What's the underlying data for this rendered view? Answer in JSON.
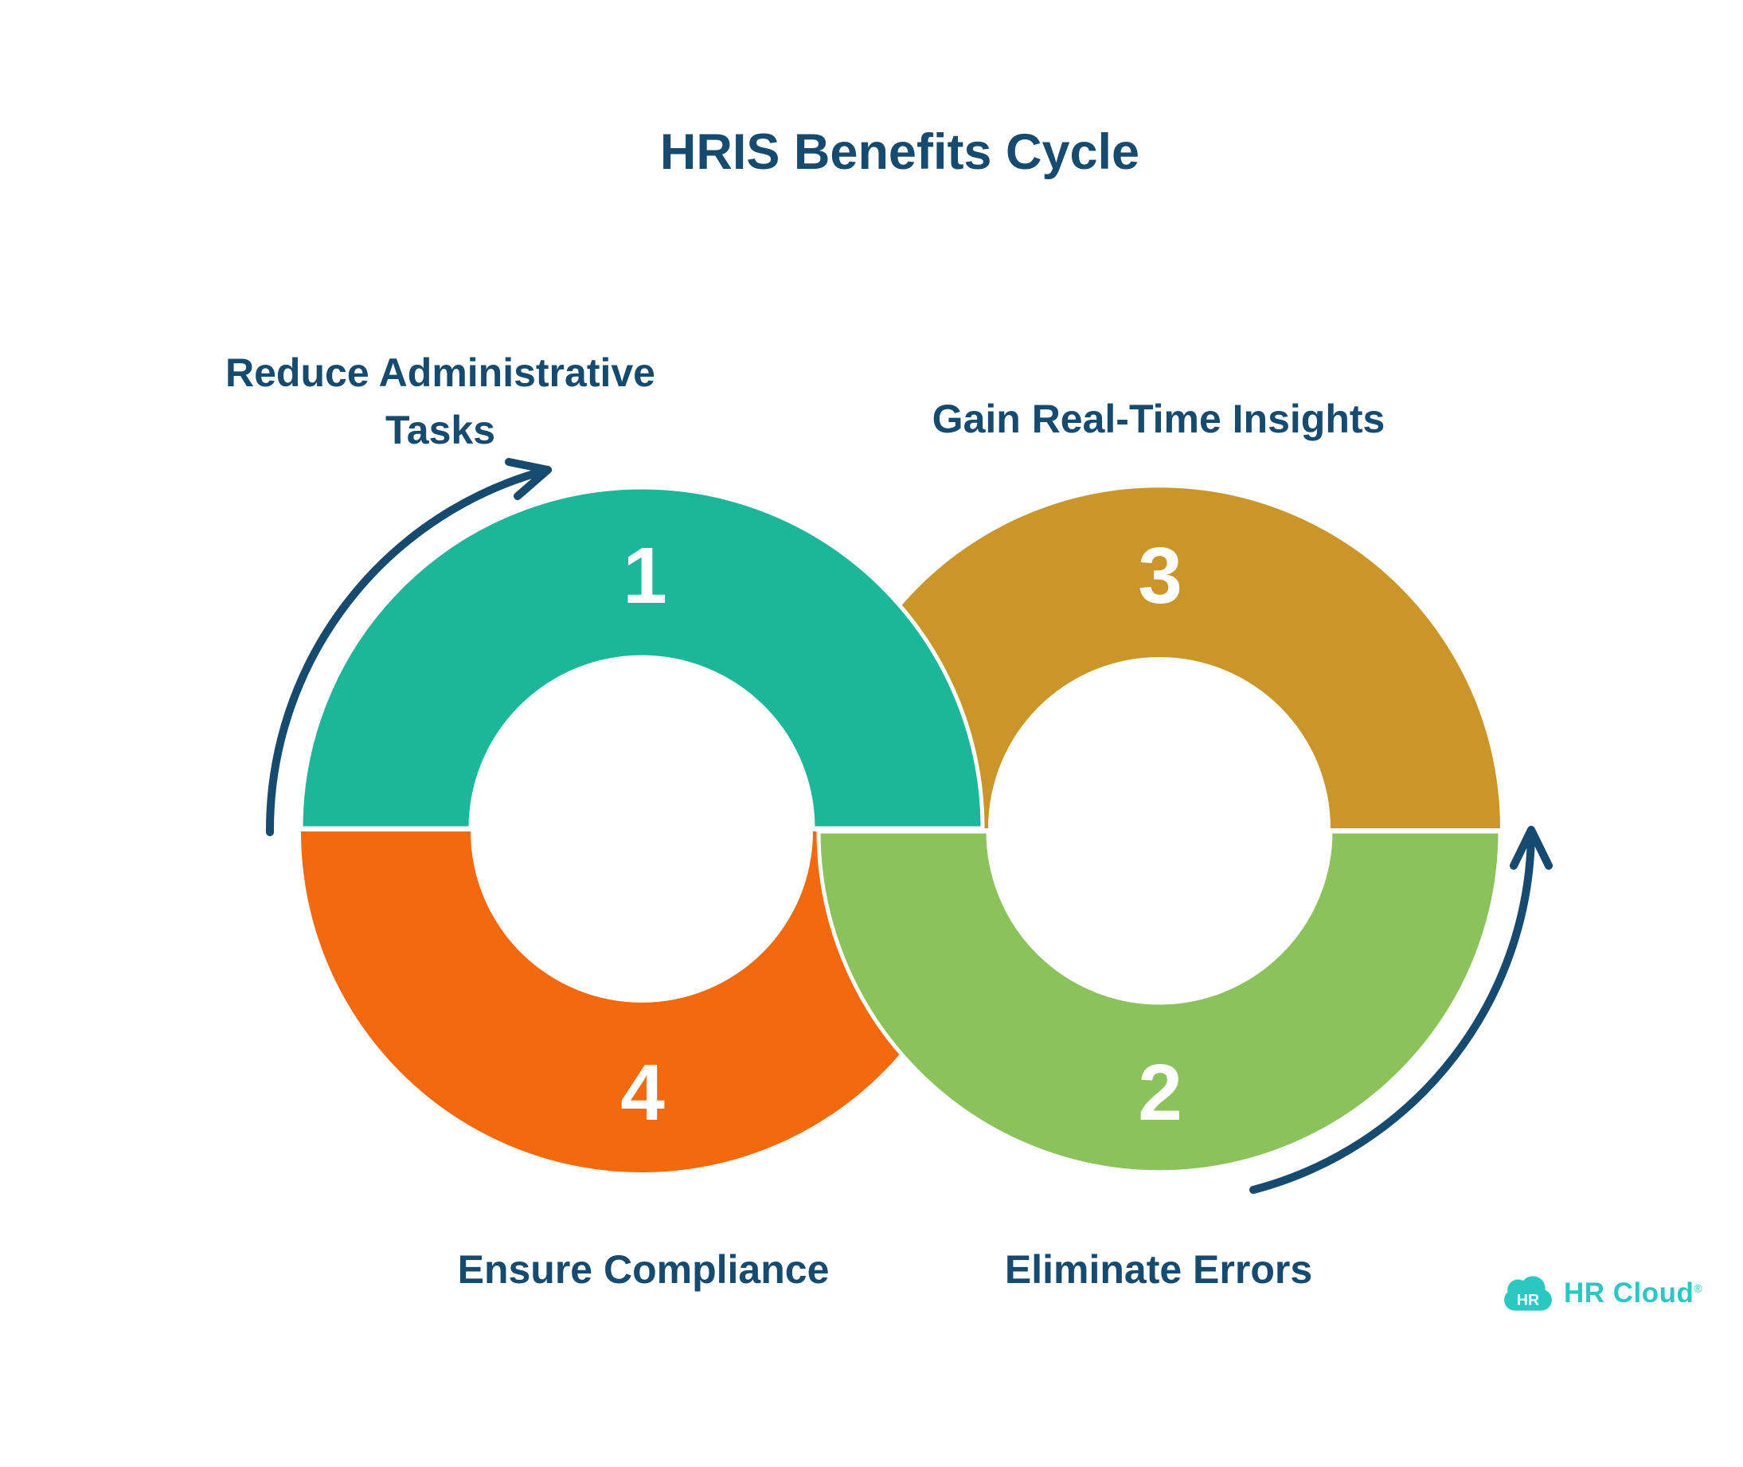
{
  "title": "HRIS Benefits Cycle",
  "colors": {
    "navy": "#164A6E",
    "teal": "#1EB69A",
    "gold": "#CB9629",
    "orange": "#F4690E",
    "green": "#8BC25B",
    "logo_teal": "#2BC7C1",
    "background": "#FFFFFF"
  },
  "steps": [
    {
      "number": "1",
      "label": "Reduce Administrative Tasks",
      "color": "#1EB69A",
      "position": "top-left"
    },
    {
      "number": "2",
      "label": "Eliminate Errors",
      "color": "#8BC25B",
      "position": "bottom-right"
    },
    {
      "number": "3",
      "label": "Gain Real-Time Insights",
      "color": "#CB9629",
      "position": "top-right"
    },
    {
      "number": "4",
      "label": "Ensure Compliance",
      "color": "#F4690E",
      "position": "bottom-left"
    }
  ],
  "logo": {
    "icon_text": "HR",
    "brand": "HR Cloud",
    "registered": "®"
  }
}
